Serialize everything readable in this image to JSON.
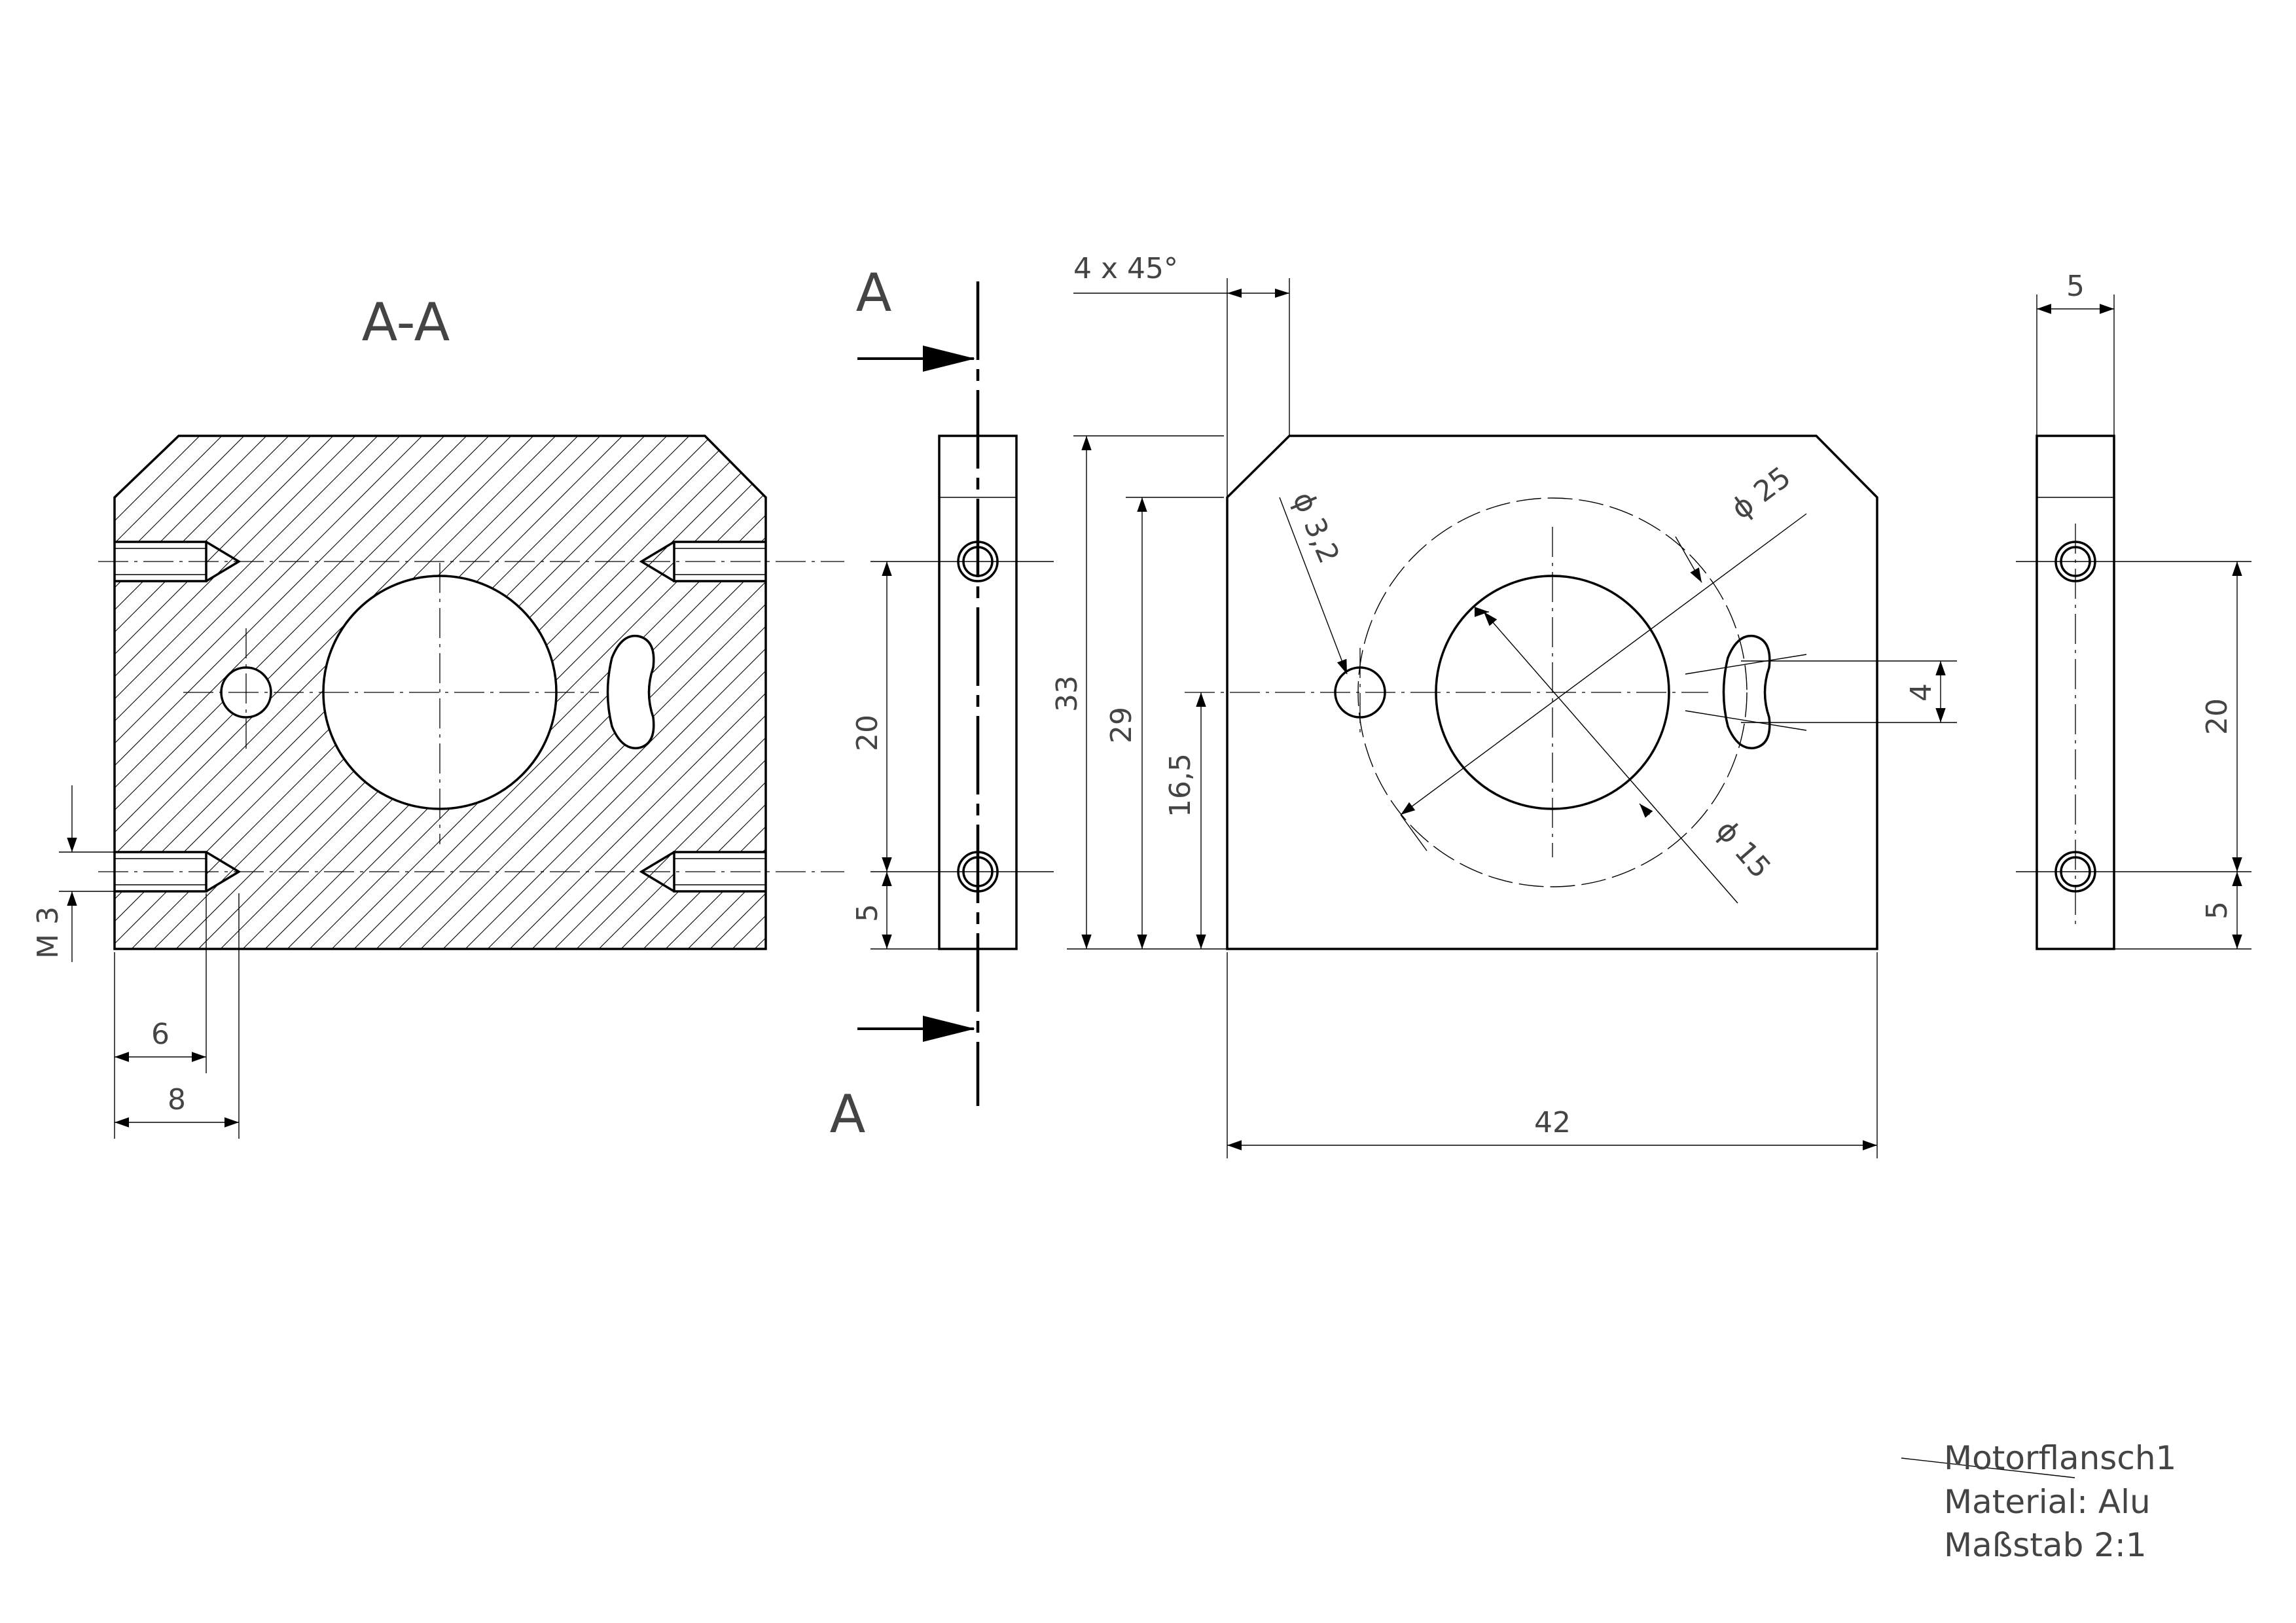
{
  "section": {
    "view_label": "A-A",
    "cut_letter_top": "A",
    "cut_letter_bottom": "A"
  },
  "dimensions": {
    "chamfer": "4 x 45°",
    "thread": "M 3",
    "depth_6": "6",
    "depth_8": "8",
    "height_33": "33",
    "height_29": "29",
    "height_16_5": "16,5",
    "height_5": "5",
    "spacing_20": "20",
    "width_42": "42",
    "slot_4": "4",
    "thickness_5": "5",
    "right_spacing_20": "20",
    "right_height_5": "5",
    "diameter_3_2": "ϕ 3,2",
    "diameter_25": "ϕ 25",
    "diameter_15": "ϕ 15"
  },
  "title_block": {
    "part_name": "Motorflansch1",
    "material": "Material: Alu",
    "scale": "Maßstab 2:1"
  }
}
